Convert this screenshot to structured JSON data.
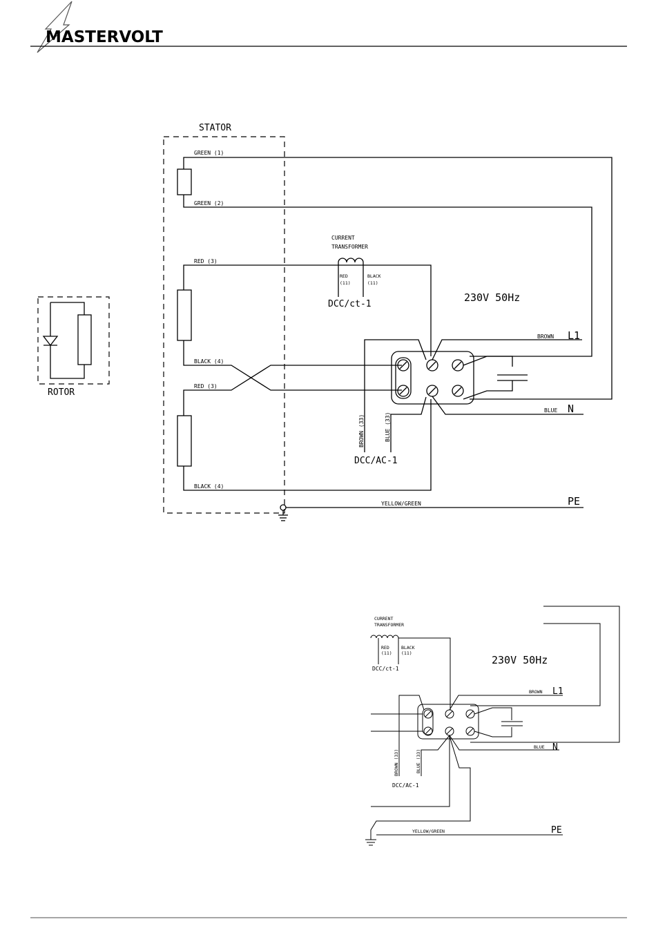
{
  "header": {
    "brand": "MASTERVOLT"
  },
  "diagram1": {
    "stator_title": "STATOR",
    "rotor_title": "ROTOR",
    "wires": {
      "green1": "GREEN (1)",
      "green2": "GREEN (2)",
      "red3_top": "RED (3)",
      "black4_mid": "BLACK (4)",
      "red3_mid": "RED (3)",
      "black4_bottom": "BLACK (4)",
      "brown": "BROWN",
      "blue": "BLUE",
      "yellow_green": "YELLOW/GREEN",
      "brown33": "BROWN (33)",
      "blue33": "BLUE (33)"
    },
    "current_transformer": {
      "title_line1": "CURRENT",
      "title_line2": "TRANSFORMER",
      "red": "RED",
      "red_num": "(11)",
      "black": "BLACK",
      "black_num": "(11)",
      "id": "DCC/ct-1"
    },
    "voltage": "230V  50Hz",
    "terminals": {
      "l1": "L1",
      "n": "N",
      "pe": "PE"
    },
    "connector_id": "DCC/AC-1"
  },
  "diagram2": {
    "wires": {
      "brown": "BROWN",
      "blue": "BLUE",
      "yellow_green": "YELLOW/GREEN",
      "brown33": "BROWN (33)",
      "blue33": "BLUE (33)"
    },
    "current_transformer": {
      "title_line1": "CURRENT",
      "title_line2": "TRANSFORMER",
      "red": "RED",
      "red_num": "(11)",
      "black": "BLACK",
      "black_num": "(11)",
      "id": "DCC/ct-1"
    },
    "voltage": "230V  50Hz",
    "terminals": {
      "l1": "L1",
      "n": "N",
      "pe": "PE"
    },
    "connector_id": "DCC/AC-1"
  }
}
